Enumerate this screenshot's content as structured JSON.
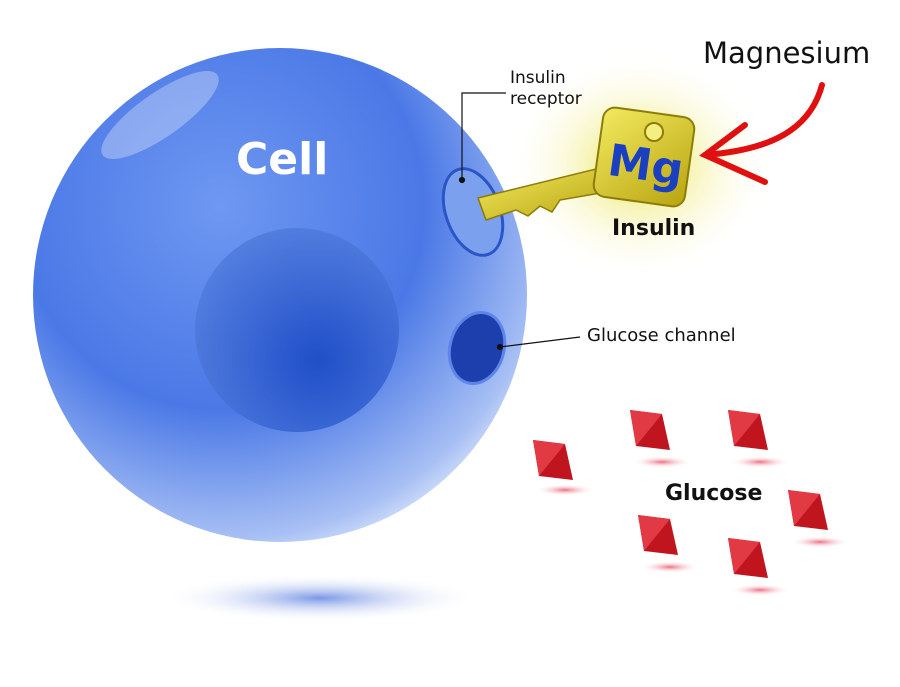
{
  "labels": {
    "cell": "Cell",
    "insulin_receptor_line1": "Insulin",
    "insulin_receptor_line2": "receptor",
    "magnesium": "Magnesium",
    "mg": "Mg",
    "insulin": "Insulin",
    "glucose_channel": "Glucose channel",
    "glucose": "Glucose"
  },
  "colors": {
    "cell": "#3f6fe0",
    "key": "#d8c820",
    "arrow": "#e01010",
    "glucose": "#c0141e"
  }
}
